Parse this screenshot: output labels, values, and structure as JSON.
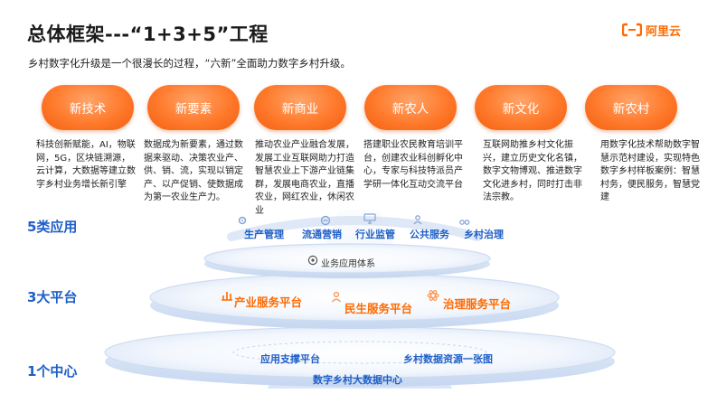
{
  "header": {
    "title": "总体框架---“1+3+5”工程",
    "subtitle": "乡村数字化升级是一个很漫长的过程，“六新”全面助力数字乡村升级。",
    "logo_text": "阿里云"
  },
  "pillars": [
    {
      "label": "新技术",
      "desc": "科技创新赋能，AI，物联网，5G，区块链溯源，云计算，大数据等建立数字乡村业务增长新引擎"
    },
    {
      "label": "新要素",
      "desc": "数据成为新要素，通过数据来驱动、决策农业产、供、销、流，实现以销定产、以产促销、使数据成为第一农业生产力。"
    },
    {
      "label": "新商业",
      "desc": "推动农业产业融合发展，发展工业互联网助力打造智慧农业上下游产业链集群，发展电商农业，直播农业，网红农业，休闲农业"
    },
    {
      "label": "新农人",
      "desc": "搭建职业农民教育培训平台，创建农业科创孵化中心，专家与科技特派员产学研一体化互动交流平台"
    },
    {
      "label": "新文化",
      "desc": "互联网助推乡村文化振兴，建立历史文化名镇，数字文物博观、推进数字文化进乡村，同时打击非法宗教。"
    },
    {
      "label": "新农村",
      "desc": "用数字化技术帮助数字智慧示范村建设，实现特色数字乡村样板案例：智慧村务，便民服务，智慧党建"
    }
  ],
  "levels": {
    "apps_label": "5类应用",
    "platforms_label": "3大平台",
    "center_label": "1个中心"
  },
  "apps": [
    "生产管理",
    "流通营销",
    "行业监管",
    "公共服务",
    "乡村治理"
  ],
  "app_system": "业务应用体系",
  "platforms": [
    "产业服务平台",
    "民生服务平台",
    "治理服务平台"
  ],
  "center": {
    "left": "应用支撑平台",
    "right": "乡村数据资源一张图",
    "main": "数字乡村大数据中心"
  },
  "colors": {
    "accent_orange": "#ff6a00",
    "accent_blue": "#1f5fc7"
  }
}
